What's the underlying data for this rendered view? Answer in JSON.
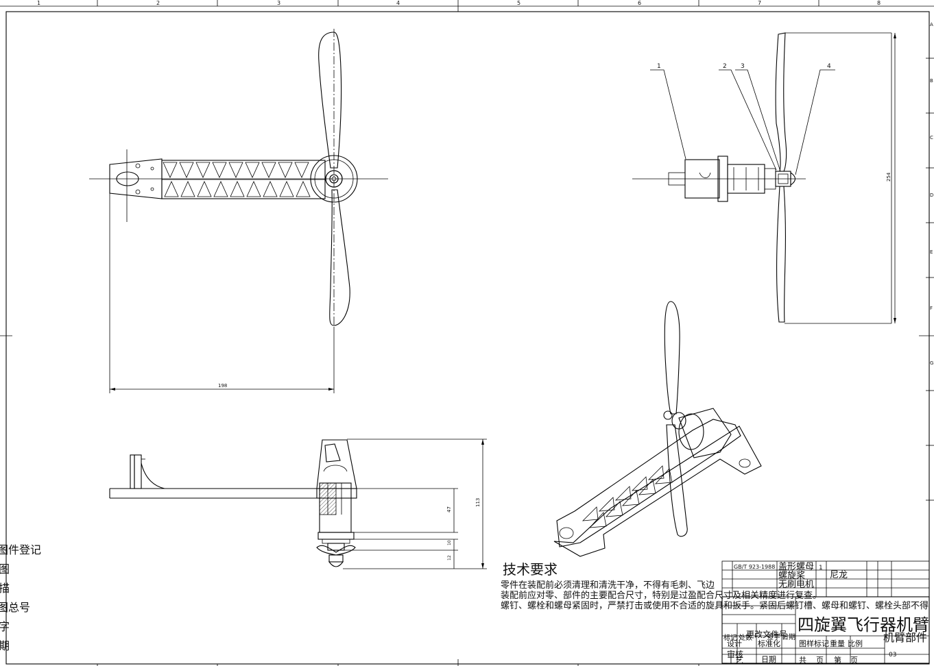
{
  "border": {
    "zone_cols": [
      "1",
      "2",
      "3",
      "4",
      "5",
      "6",
      "7",
      "8"
    ],
    "zone_rows": [
      "A",
      "B",
      "C",
      "D",
      "E",
      "F",
      "G"
    ]
  },
  "left_stamp": [
    "图件登记",
    "图",
    "描",
    "图总号",
    "字",
    "期"
  ],
  "callouts": [
    "1",
    "2",
    "3",
    "4"
  ],
  "dimensions": {
    "top_width": "198",
    "side_height": "254",
    "front_total": "113",
    "front_upper": "47",
    "front_mid": "10",
    "front_low": "12"
  },
  "tech": {
    "title": "技术要求",
    "lines": [
      "零件在装配前必须清理和清洗干净，不得有毛刺、飞边",
      "装配前应对零、部件的主要配合尺寸，特别是过盈配合尺寸及相关精度进行复查。",
      "螺钉、螺栓和螺母紧固时，严禁打击或使用不合适的旋具和扳手。紧固后螺钉槽、螺母和螺钉、螺栓头部不得"
    ]
  },
  "bom": {
    "rows": [
      {
        "std": "GB/T 923-1988",
        "name": "盖形螺母",
        "qty": "1",
        "mat": "尼龙"
      },
      {
        "std": "",
        "name": "螺旋桨",
        "qty": "",
        "mat": ""
      },
      {
        "std": "",
        "name": "无刷电机",
        "qty": "",
        "mat": ""
      }
    ]
  },
  "titleblock": {
    "title": "四旋翼飞行器机臂",
    "subtitle": "机臂部件",
    "labels": {
      "marks": "标记",
      "count": "处数",
      "change_doc": "更改文件号",
      "sign": "签字",
      "date": "日期",
      "design": "设计",
      "standardize": "标准化",
      "review": "审核",
      "process": "工艺",
      "date2": "日期",
      "stage_mark": "图样标记",
      "weight": "重量",
      "scale": "比例",
      "total": "共",
      "sheet": "页",
      "page_no": "第",
      "sheet2": "页"
    },
    "drawing_no": "03"
  }
}
